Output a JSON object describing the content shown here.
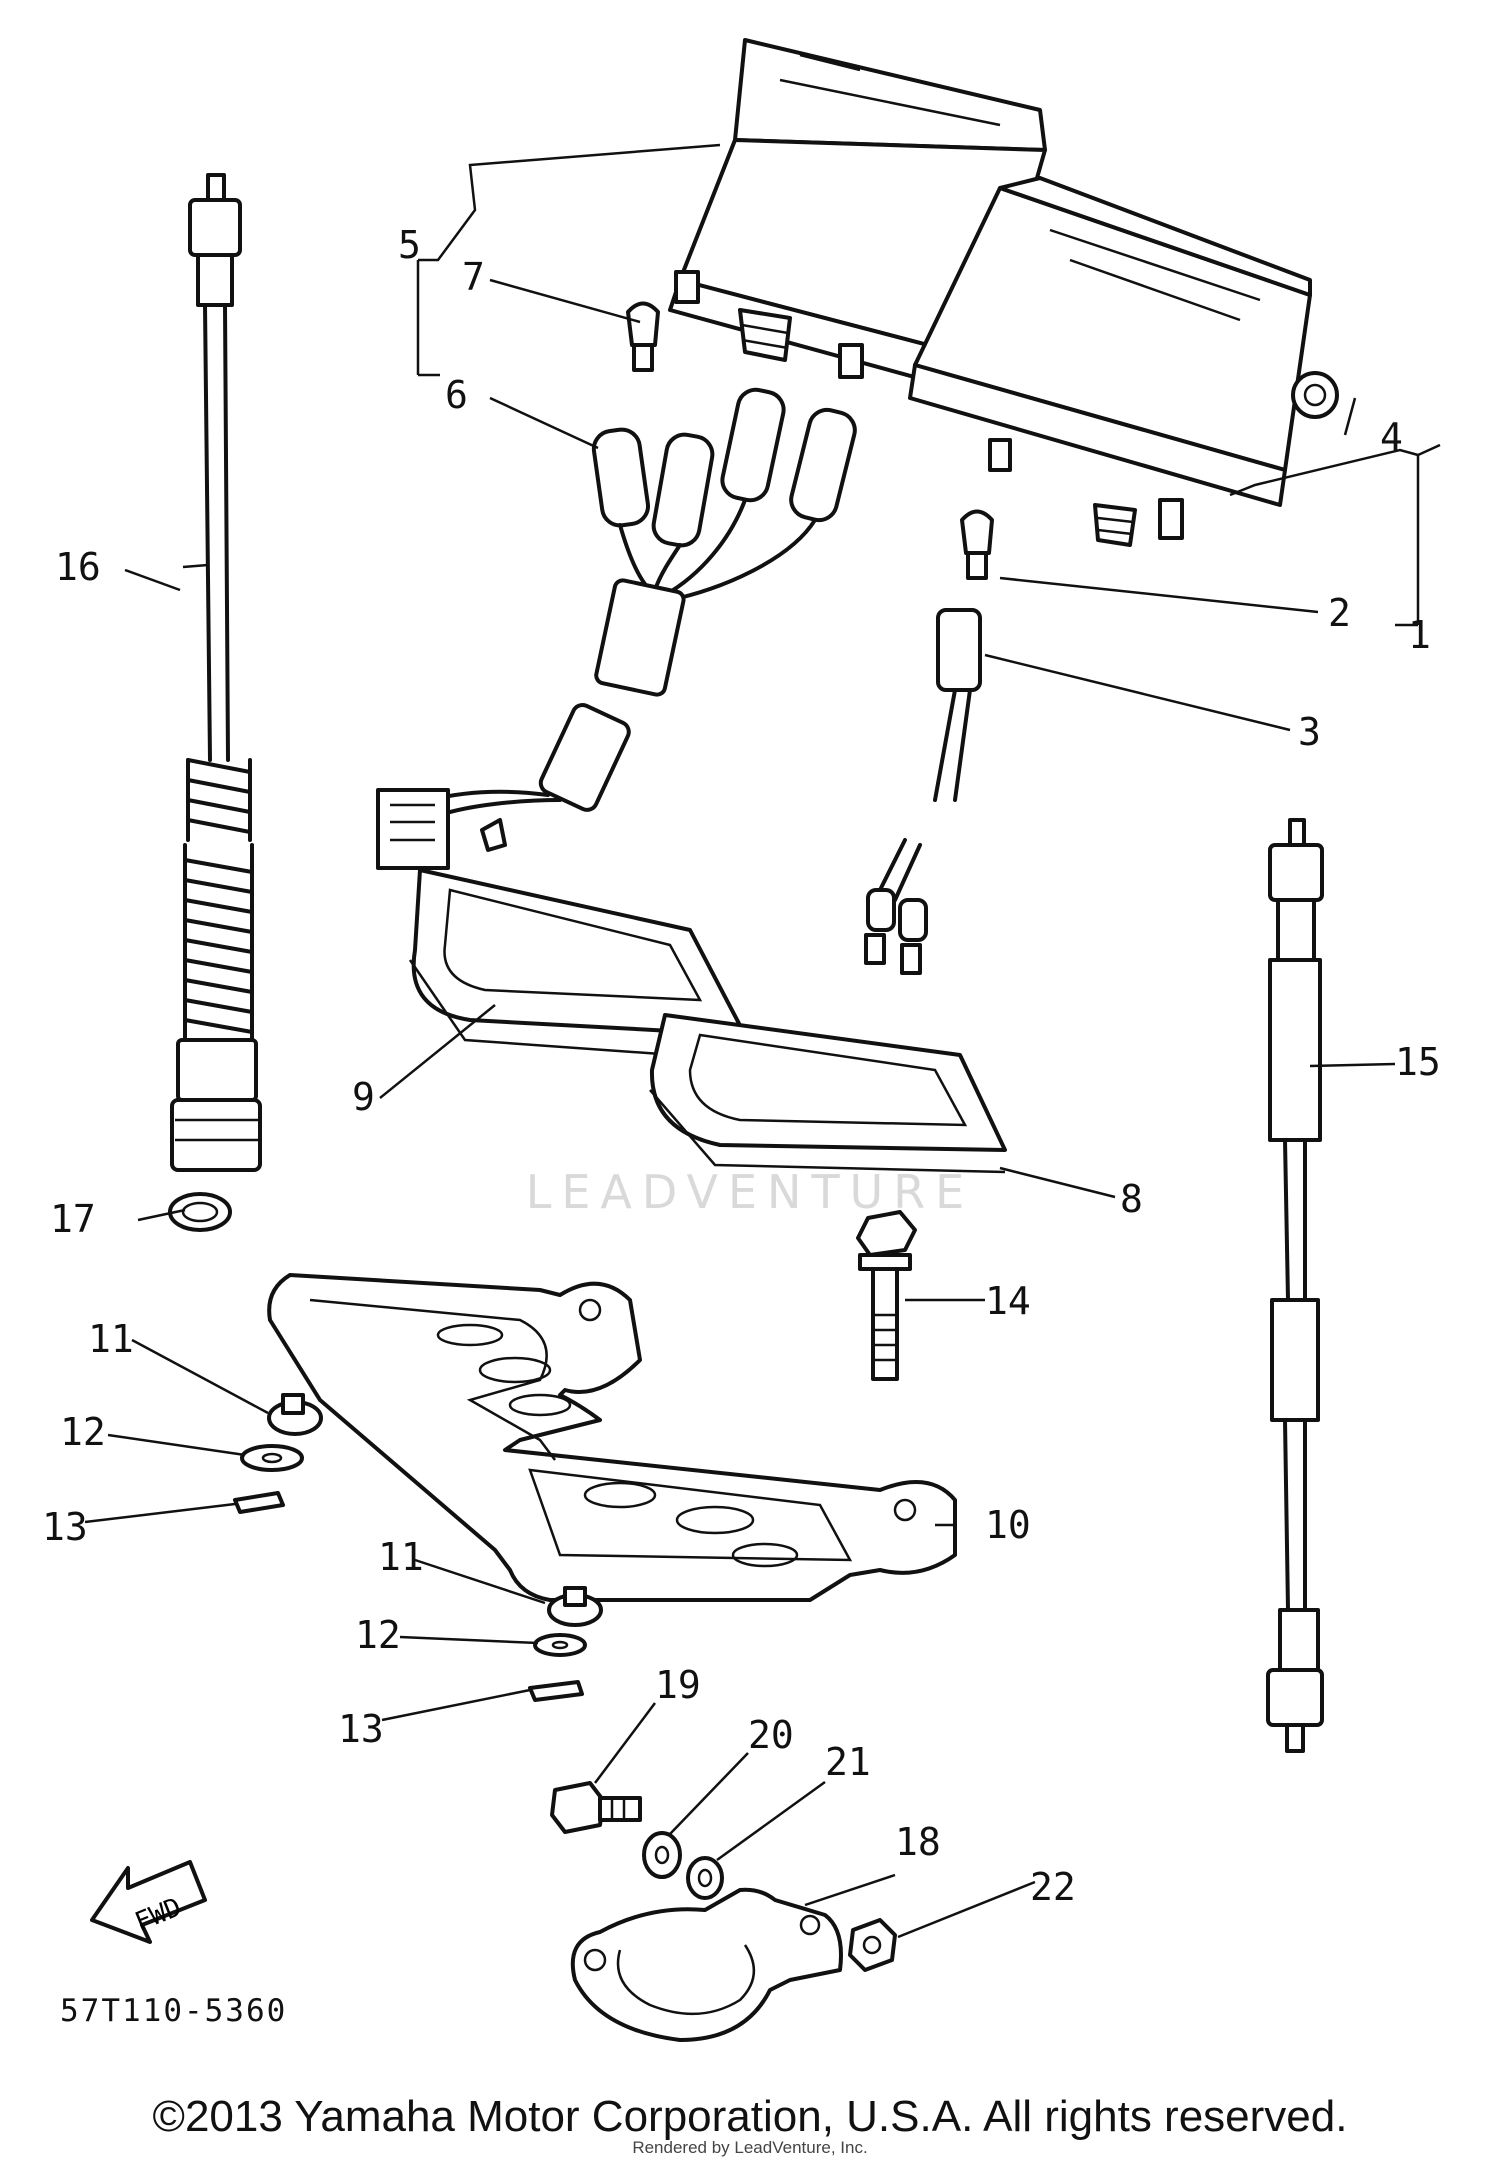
{
  "diagram": {
    "callouts": {
      "c1": "1",
      "c2": "2",
      "c3": "3",
      "c4": "4",
      "c5": "5",
      "c6": "6",
      "c7": "7",
      "c8": "8",
      "c9": "9",
      "c10": "10",
      "c11a": "11",
      "c11b": "11",
      "c12a": "12",
      "c12b": "12",
      "c13a": "13",
      "c13b": "13",
      "c14": "14",
      "c15": "15",
      "c16": "16",
      "c17": "17",
      "c18": "18",
      "c19": "19",
      "c20": "20",
      "c21": "21",
      "c22": "22"
    },
    "fwd_label": "FWD",
    "part_code": "57T110-5360",
    "watermark": "LEADVENTURE",
    "copyright": "©2013 Yamaha Motor Corporation, U.S.A. All rights reserved.",
    "rendered_by": "Rendered by LeadVenture, Inc."
  }
}
